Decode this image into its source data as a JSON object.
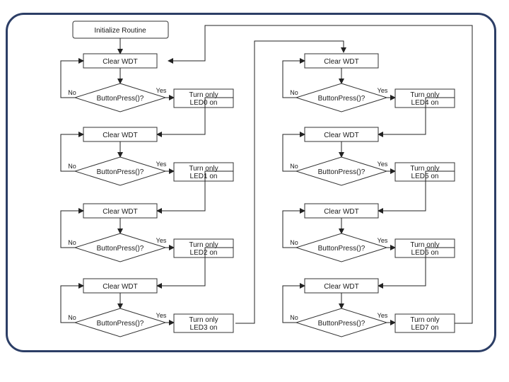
{
  "diagram": {
    "start_label": "Initialize Routine",
    "clear_label": "Clear WDT",
    "decision_label": "ButtonPress()?",
    "yes_label": "Yes",
    "no_label": "No",
    "stages": [
      {
        "led": "LED0 on",
        "action_top": "Turn only"
      },
      {
        "led": "LED1 on",
        "action_top": "Turn only"
      },
      {
        "led": "LED2 on",
        "action_top": "Turn only"
      },
      {
        "led": "LED3 on",
        "action_top": "Turn only"
      },
      {
        "led": "LED4 on",
        "action_top": "Turn only"
      },
      {
        "led": "LED5 on",
        "action_top": "Turn only"
      },
      {
        "led": "LED6 on",
        "action_top": "Turn only"
      },
      {
        "led": "LED7 on",
        "action_top": "Turn only"
      }
    ]
  }
}
